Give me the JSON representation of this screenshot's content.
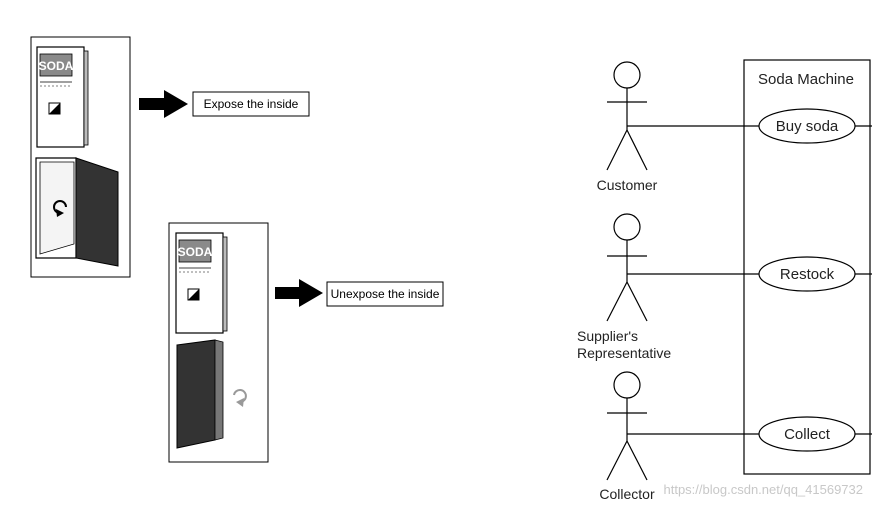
{
  "left_panel": {
    "machine_sign": "SODA",
    "expose_label": "Expose the inside",
    "unexpose_label": "Unexpose the inside"
  },
  "use_case_diagram": {
    "system_name": "Soda Machine",
    "actors": {
      "customer": "Customer",
      "supplier_line1": "Supplier's",
      "supplier_line2": "Representative",
      "collector": "Collector"
    },
    "use_cases": {
      "buy": "Buy soda",
      "restock": "Restock",
      "collect": "Collect"
    }
  },
  "watermark": "https://blog.csdn.net/qq_41569732"
}
